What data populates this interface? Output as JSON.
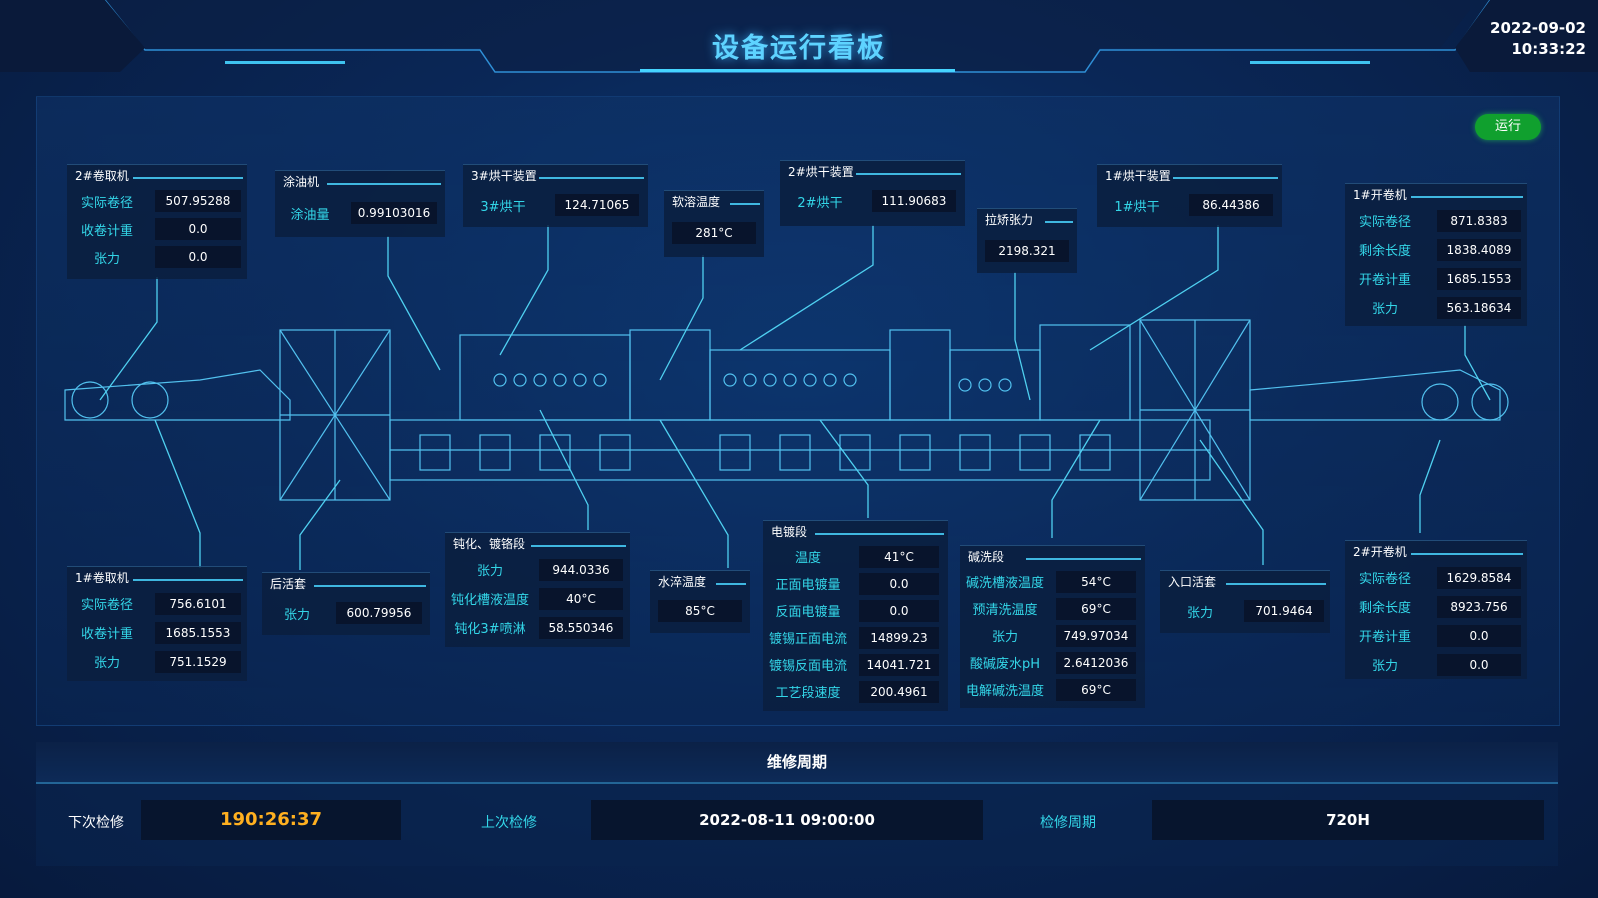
{
  "header": {
    "title": "设备运行看板",
    "date": "2022-09-02",
    "time": "10:33:22"
  },
  "status": {
    "label": "运行",
    "color": "#10a02e"
  },
  "panels": {
    "coiler2": {
      "title": "2#卷取机",
      "rows": [
        [
          "实际卷径",
          "507.95288"
        ],
        [
          "收卷计重",
          "0.0"
        ],
        [
          "张力",
          "0.0"
        ]
      ]
    },
    "oiler": {
      "title": "涂油机",
      "rows": [
        [
          "涂油量",
          "0.99103016"
        ]
      ]
    },
    "dryer3": {
      "title": "3#烘干装置",
      "rows": [
        [
          "3#烘干",
          "124.71065"
        ]
      ]
    },
    "softmelt": {
      "title": "软溶温度",
      "value": "281°C"
    },
    "dryer2": {
      "title": "2#烘干装置",
      "rows": [
        [
          "2#烘干",
          "111.90683"
        ]
      ]
    },
    "tension_level": {
      "title": "拉矫张力",
      "value": "2198.321"
    },
    "dryer1": {
      "title": "1#烘干装置",
      "rows": [
        [
          "1#烘干",
          "86.44386"
        ]
      ]
    },
    "uncoiler1": {
      "title": "1#开卷机",
      "rows": [
        [
          "实际卷径",
          "871.8383"
        ],
        [
          "剩余长度",
          "1838.4089"
        ],
        [
          "开卷计重",
          "1685.1553"
        ],
        [
          "张力",
          "563.18634"
        ]
      ]
    },
    "coiler1": {
      "title": "1#卷取机",
      "rows": [
        [
          "实际卷径",
          "756.6101"
        ],
        [
          "收卷计重",
          "1685.1553"
        ],
        [
          "张力",
          "751.1529"
        ]
      ]
    },
    "rear_loop": {
      "title": "后活套",
      "rows": [
        [
          "张力",
          "600.79956"
        ]
      ]
    },
    "passivation": {
      "title": "钝化、镀铬段",
      "rows": [
        [
          "张力",
          "944.0336"
        ],
        [
          "钝化槽液温度",
          "40°C"
        ],
        [
          "钝化3#喷淋",
          "58.550346"
        ]
      ]
    },
    "quench": {
      "title": "水淬温度",
      "value": "85°C"
    },
    "plating": {
      "title": "电镀段",
      "rows": [
        [
          "温度",
          "41°C"
        ],
        [
          "正面电镀量",
          "0.0"
        ],
        [
          "反面电镀量",
          "0.0"
        ],
        [
          "镀锡正面电流",
          "14899.23"
        ],
        [
          "镀锡反面电流",
          "14041.721"
        ],
        [
          "工艺段速度",
          "200.4961"
        ]
      ]
    },
    "alkaline": {
      "title": "碱洗段",
      "rows": [
        [
          "碱洗槽液温度",
          "54°C"
        ],
        [
          "预清洗温度",
          "69°C"
        ],
        [
          "张力",
          "749.97034"
        ],
        [
          "酸碱废水pH",
          "2.6412036"
        ],
        [
          "电解碱洗温度",
          "69°C"
        ]
      ]
    },
    "entry_loop": {
      "title": "入口活套",
      "rows": [
        [
          "张力",
          "701.9464"
        ]
      ]
    },
    "uncoiler2": {
      "title": "2#开卷机",
      "rows": [
        [
          "实际卷径",
          "1629.8584"
        ],
        [
          "剩余长度",
          "8923.756"
        ],
        [
          "开卷计重",
          "0.0"
        ],
        [
          "张力",
          "0.0"
        ]
      ]
    }
  },
  "maintenance": {
    "title": "维修周期",
    "next_label": "下次检修",
    "next_value": "190:26:37",
    "last_label": "上次检修",
    "last_value": "2022-08-11 09:00:00",
    "cycle_label": "检修周期",
    "cycle_value": "720H"
  }
}
